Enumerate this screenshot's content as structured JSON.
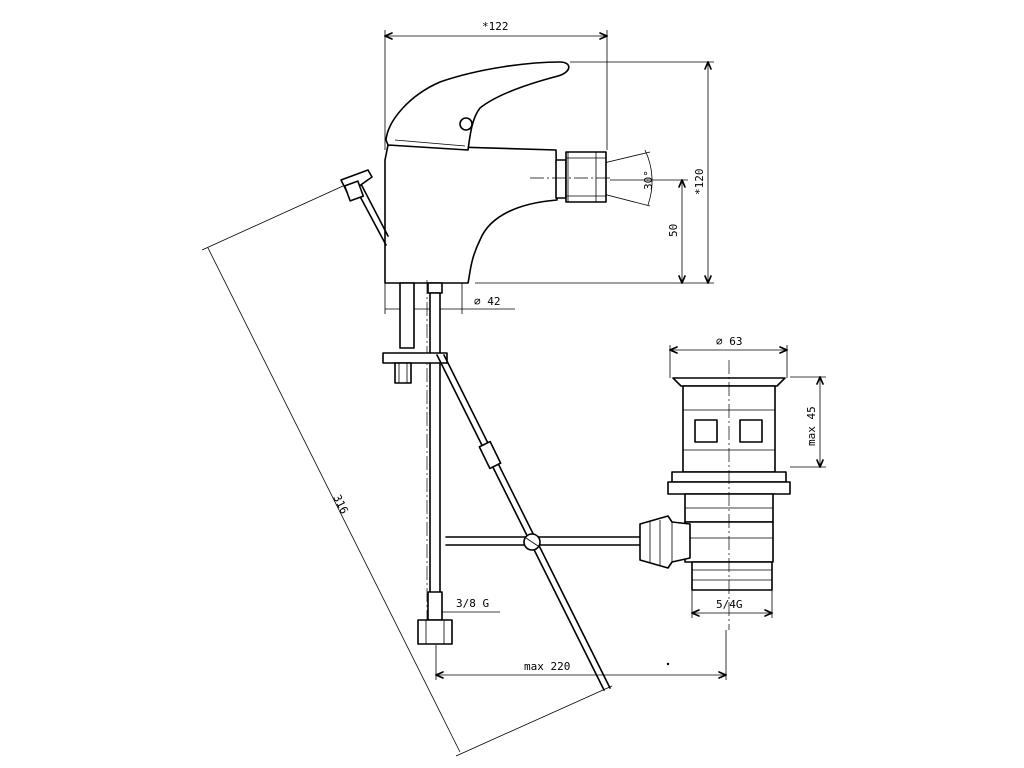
{
  "dimensions": {
    "overall_width": "*122",
    "overall_height": "*120",
    "spout_height": "50",
    "spray_angle": "30°",
    "base_diameter": "⌀ 42",
    "waste_diameter": "⌀ 63",
    "waste_height": "max 45",
    "supply_thread": "3/8 G",
    "waste_thread": "5/4G",
    "reach": "max 220",
    "rod_length": "316"
  },
  "colors": {
    "line": "#000000",
    "background": "#ffffff"
  }
}
